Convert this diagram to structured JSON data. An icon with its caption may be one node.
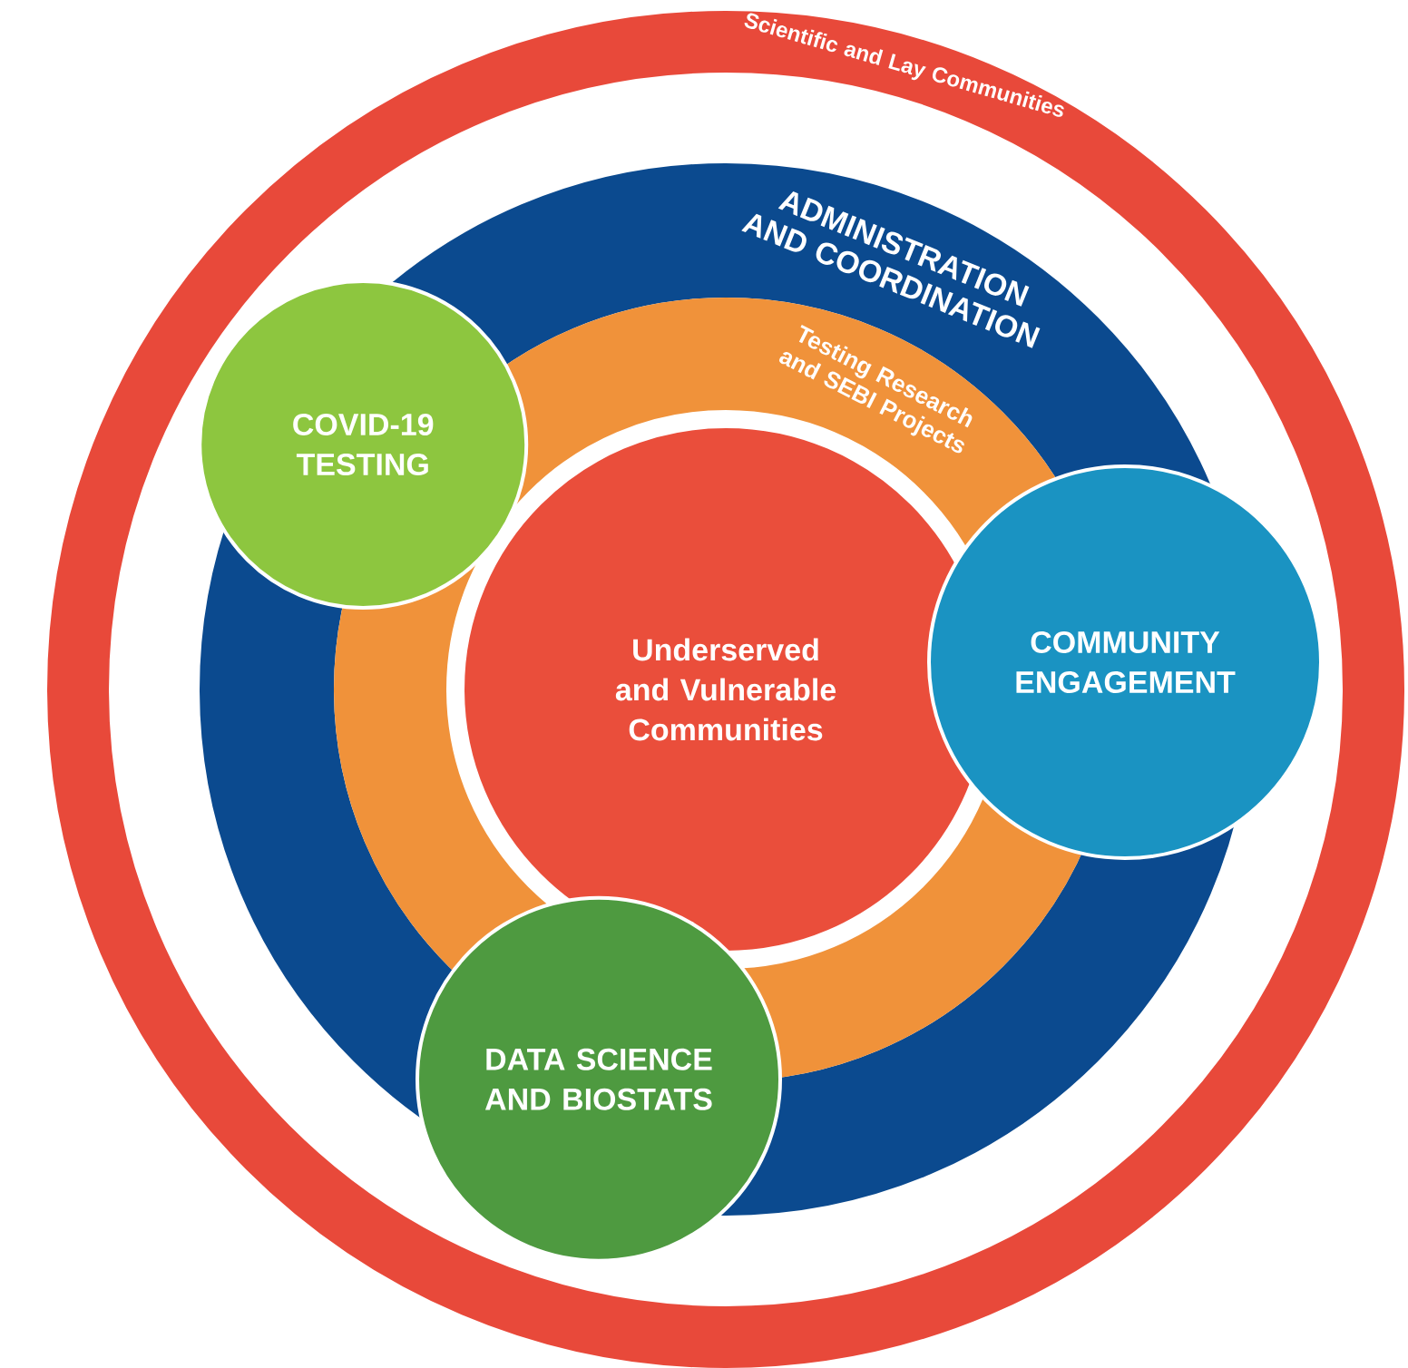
{
  "diagram": {
    "nodes": [
      {
        "text": [
          "Scientific and Lay Communities"
        ]
      },
      {
        "text": [
          "ADMINISTRATION AND COORDINATION"
        ],
        "in": 0
      },
      {
        "text": [
          "Testing Research and SEBI Projects"
        ],
        "in": 1
      },
      {
        "text": [
          "Underserved and Vulnerable Communities"
        ],
        "in": 2
      },
      {
        "text": [
          "COVID-19 TESTING"
        ],
        "in": 0
      },
      {
        "text": [
          "COMMUNITY ENGAGEMENT"
        ],
        "in": 0
      },
      {
        "text": [
          "DATA SCIENCE AND BIOSTATS"
        ],
        "in": 0
      }
    ]
  }
}
